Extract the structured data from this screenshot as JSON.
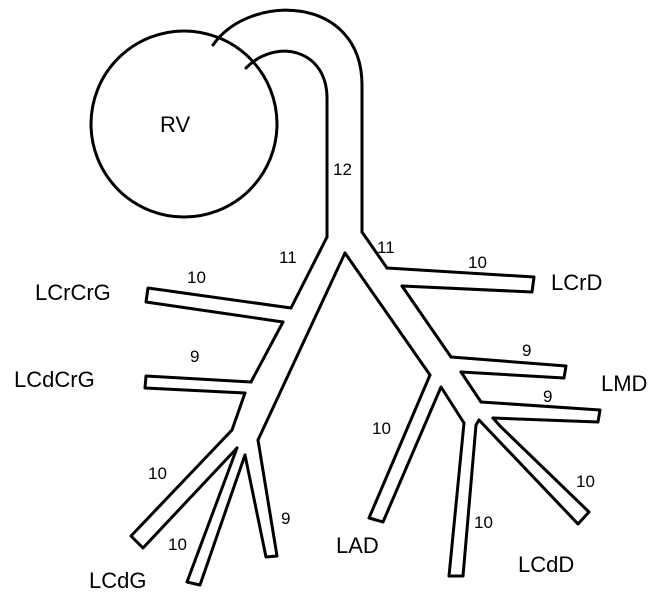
{
  "ventricle": {
    "label": "RV"
  },
  "branches": {
    "trunk": "12",
    "left_main": "11",
    "right_main": "11",
    "lcrcrg": {
      "label": "LCrCrG",
      "size": "10"
    },
    "lcdcrg": {
      "label": "LCdCrG",
      "size": "9"
    },
    "lcdg": {
      "label": "LCdG",
      "outer_size": "10",
      "middle_size": "10",
      "inner_size": "9"
    },
    "lcrd": {
      "label": "LCrD",
      "size": "10"
    },
    "lmd": {
      "label": "LMD",
      "upper_size": "9",
      "lower_size": "9"
    },
    "lad": {
      "label": "LAD",
      "size": "10"
    },
    "lcdd": {
      "label": "LCdD",
      "inner_size": "10",
      "outer_size": "10"
    }
  }
}
